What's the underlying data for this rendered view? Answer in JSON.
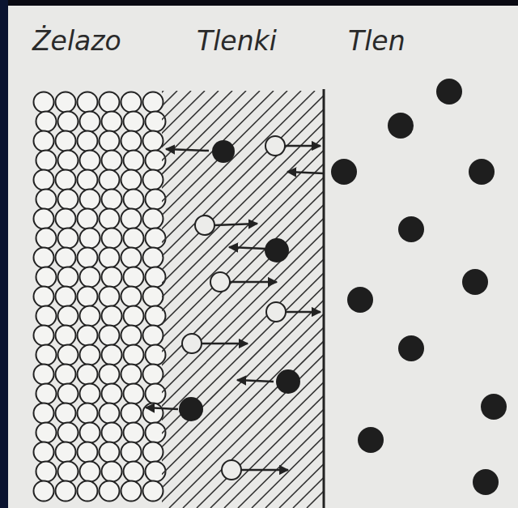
{
  "diagram": {
    "labels": [
      "Żelazo",
      "Tlenki",
      "Tlen"
    ]
  }
}
